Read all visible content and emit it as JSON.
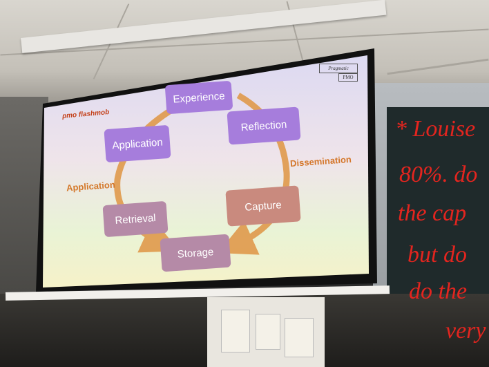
{
  "slide": {
    "brand": "pmo flashmob",
    "logo_top": "Pragmatic",
    "logo_bottom": "PMO",
    "cycle": {
      "experience": "Experience",
      "reflection": "Reflection",
      "capture": "Capture",
      "storage": "Storage",
      "retrieval": "Retrieval",
      "application": "Application"
    },
    "labels": {
      "dissemination": "Dissemination",
      "application": "Application"
    }
  },
  "handwriting": {
    "line1": "* Louise",
    "line2": "80%. do",
    "line3": "the cap",
    "line4": "but do",
    "line5": "do the",
    "line6": "very"
  },
  "colors": {
    "purple_box": "#a67ddc",
    "mauve_box": "#b58aa7",
    "arrow": "#e09a4c",
    "label": "#d4782b",
    "handwriting": "#e3251f"
  }
}
